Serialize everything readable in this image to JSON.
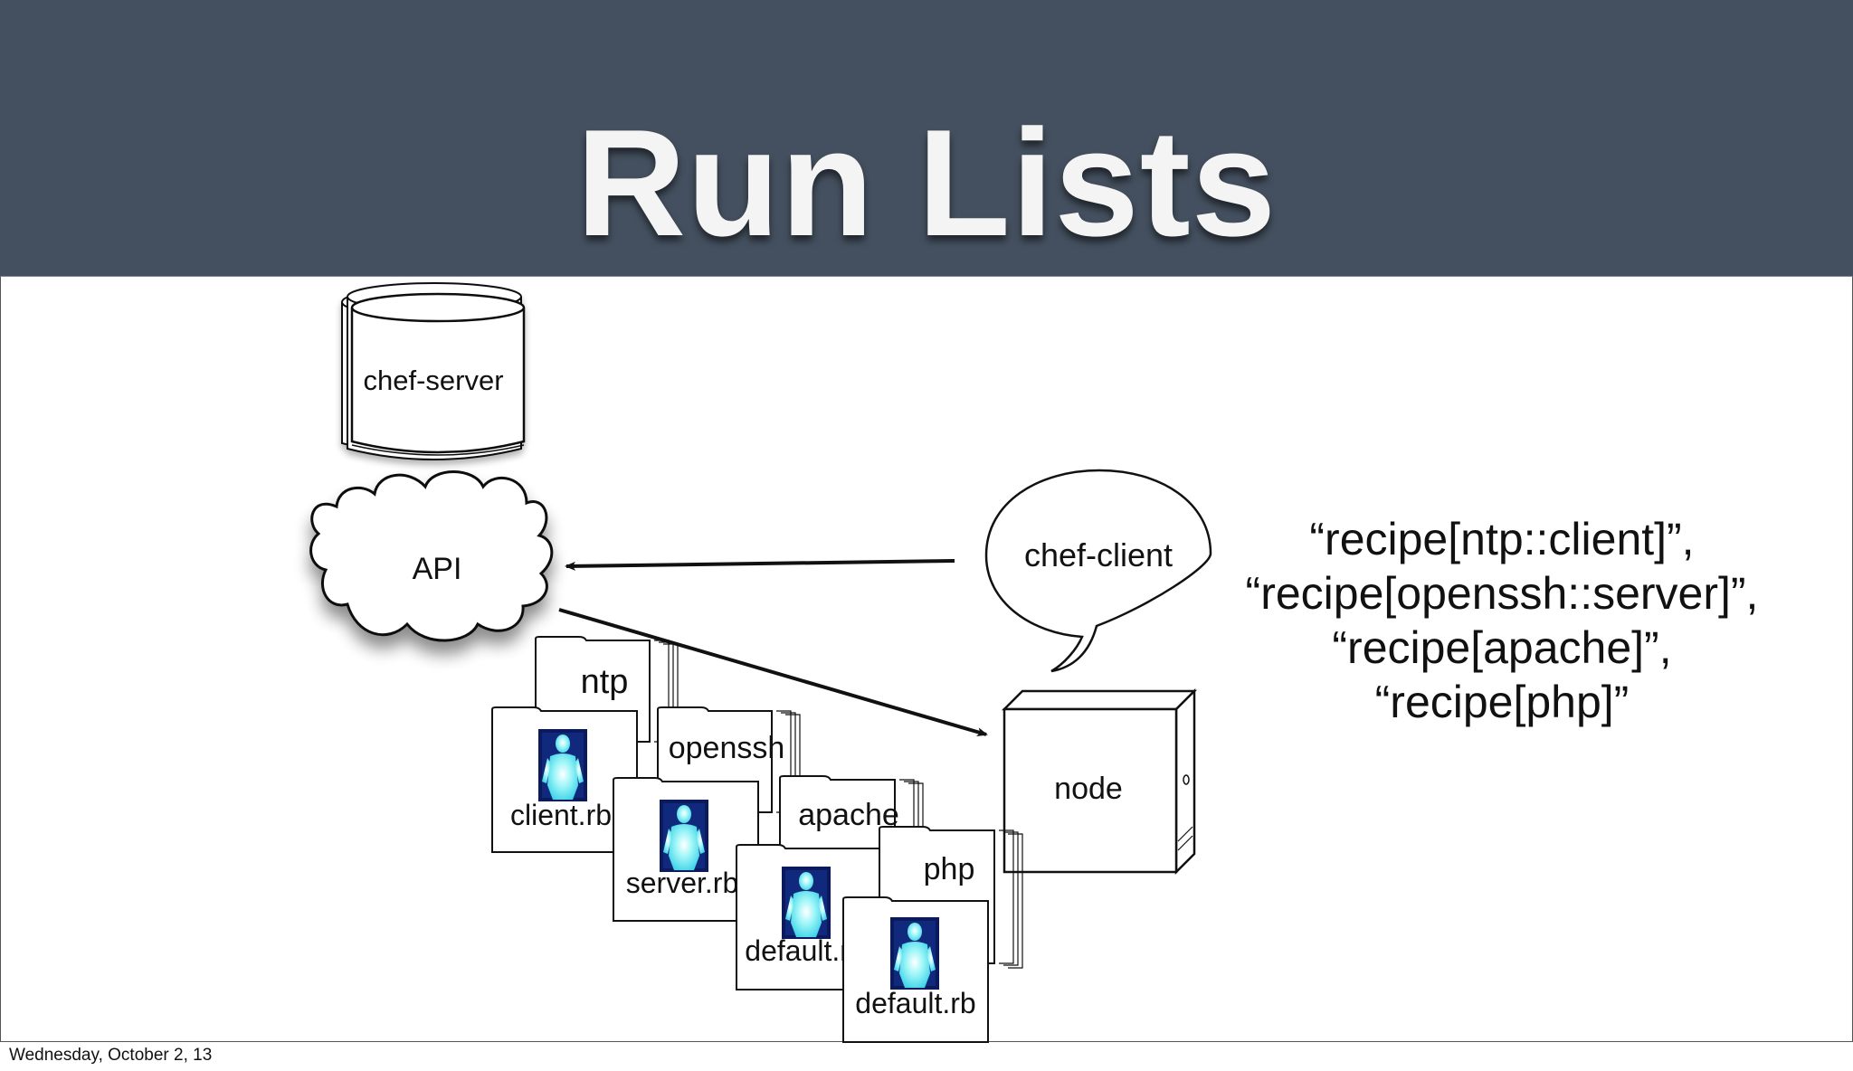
{
  "slide": {
    "title": "Run Lists",
    "footer_date": "Wednesday, October 2, 13"
  },
  "diagram": {
    "server_label": "chef-server",
    "api_label": "API",
    "client_label": "chef-client",
    "node_label": "node",
    "cookbooks": [
      {
        "name": "ntp",
        "recipe_file": "client.rb"
      },
      {
        "name": "openssh",
        "recipe_file": "server.rb"
      },
      {
        "name": "apache",
        "recipe_file": "default.rb"
      },
      {
        "name": "php",
        "recipe_file": "default.rb"
      }
    ]
  },
  "run_list": [
    "“recipe[ntp::client]”,",
    "“recipe[openssh::server]”,",
    "“recipe[apache]”,",
    "“recipe[php]”"
  ],
  "colors": {
    "header_bg": "#44505f",
    "title_text": "#f4f4f4",
    "chef_figure_bg": "#0a1a5c",
    "chef_figure_glow": "#6ee8f0"
  }
}
